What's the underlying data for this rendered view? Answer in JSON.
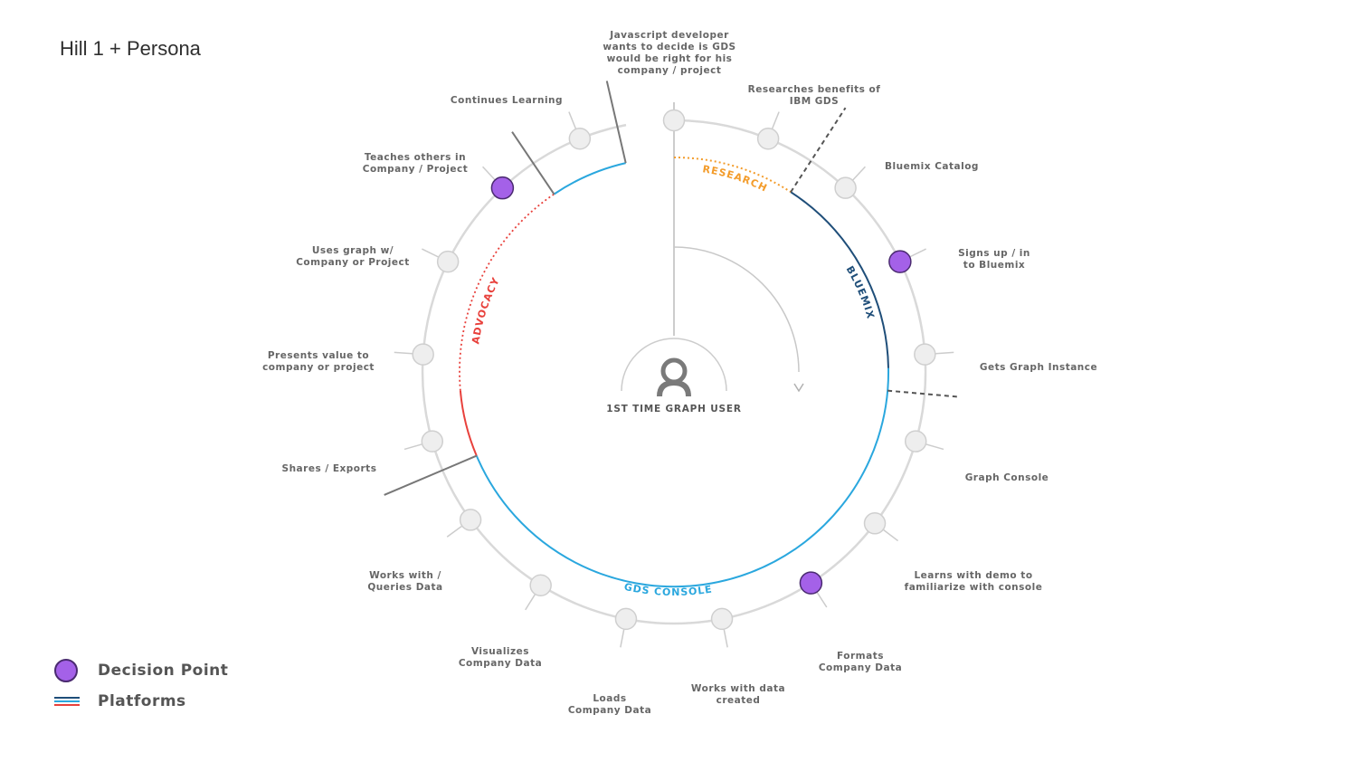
{
  "title": "Hill 1 + Persona",
  "center_label": "1ST TIME GRAPH USER",
  "phases": {
    "research": {
      "label": "RESEARCH",
      "color": "#f39c2b"
    },
    "bluemix": {
      "label": "BLUEMIX",
      "color": "#1f4e79"
    },
    "gds_console": {
      "label": "GDS CONSOLE",
      "color": "#2aa7de"
    },
    "advocacy": {
      "label": "ADVOCACY",
      "color": "#e8413c"
    }
  },
  "steps": [
    {
      "lines": [
        "Javascript developer",
        "wants to decide is GDS",
        "would be right for his",
        "company / project"
      ],
      "decision": false
    },
    {
      "lines": [
        "Researches benefits of",
        "IBM GDS"
      ],
      "decision": false
    },
    {
      "lines": [
        "Bluemix Catalog"
      ],
      "decision": false
    },
    {
      "lines": [
        "Signs up / in",
        "to Bluemix"
      ],
      "decision": true
    },
    {
      "lines": [
        "Gets Graph Instance"
      ],
      "decision": false
    },
    {
      "lines": [
        "Graph Console"
      ],
      "decision": false
    },
    {
      "lines": [
        "Learns with demo to",
        "familiarize with console"
      ],
      "decision": false
    },
    {
      "lines": [
        "Formats",
        "Company Data"
      ],
      "decision": true
    },
    {
      "lines": [
        "Works with data",
        "created"
      ],
      "decision": false
    },
    {
      "lines": [
        "Loads",
        "Company Data"
      ],
      "decision": false
    },
    {
      "lines": [
        "Visualizes",
        "Company Data"
      ],
      "decision": false
    },
    {
      "lines": [
        "Works with /",
        "Queries Data"
      ],
      "decision": false
    },
    {
      "lines": [
        "Shares / Exports"
      ],
      "decision": false
    },
    {
      "lines": [
        "Presents value to",
        "company or project"
      ],
      "decision": false
    },
    {
      "lines": [
        "Uses graph w/",
        "Company or Project"
      ],
      "decision": false
    },
    {
      "lines": [
        "Teaches others in",
        "Company / Project"
      ],
      "decision": true
    },
    {
      "lines": [
        "Continues Learning"
      ],
      "decision": false
    }
  ],
  "legend": {
    "decision_point": "Decision Point",
    "platforms": "Platforms"
  },
  "colors": {
    "decision": "#a461e8",
    "node": "#eeeeee",
    "ring": "#d9d9d9",
    "gray_line": "#777777"
  }
}
